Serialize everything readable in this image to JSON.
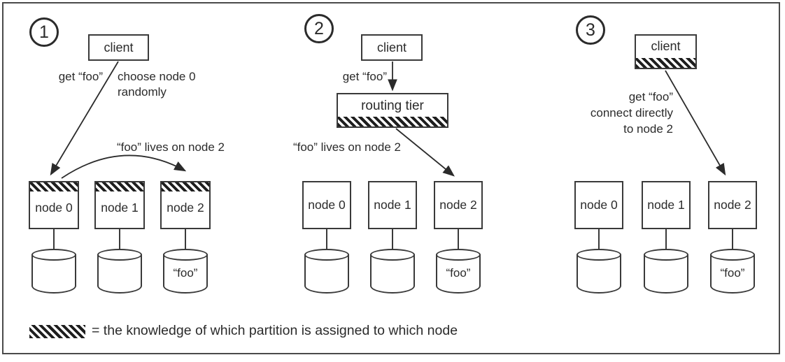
{
  "colors": {
    "ink": "#2b2b2b",
    "line": "#3a3a3a",
    "background": "#ffffff"
  },
  "legend": {
    "swatch": "hatch-pattern",
    "text": "= the knowledge of which partition is assigned to which node"
  },
  "panels": [
    {
      "number": "1",
      "client_label": "client",
      "request_label": "get “foo”",
      "note_line1": "choose node 0",
      "note_line2": "randomly",
      "forward_label": "“foo” lives on node 2",
      "nodes": [
        {
          "label": "node 0"
        },
        {
          "label": "node 1"
        },
        {
          "label": "node 2"
        }
      ],
      "db_value": "“foo”"
    },
    {
      "number": "2",
      "client_label": "client",
      "request_label": "get “foo”",
      "router_label": "routing tier",
      "forward_label": "“foo” lives on node 2",
      "nodes": [
        {
          "label": "node 0"
        },
        {
          "label": "node 1"
        },
        {
          "label": "node 2"
        }
      ],
      "db_value": "“foo”"
    },
    {
      "number": "3",
      "client_label": "client",
      "note_line1": "get “foo”",
      "note_line2": "connect directly",
      "note_line3": "to node 2",
      "nodes": [
        {
          "label": "node 0"
        },
        {
          "label": "node 1"
        },
        {
          "label": "node 2"
        }
      ],
      "db_value": "“foo”"
    }
  ]
}
